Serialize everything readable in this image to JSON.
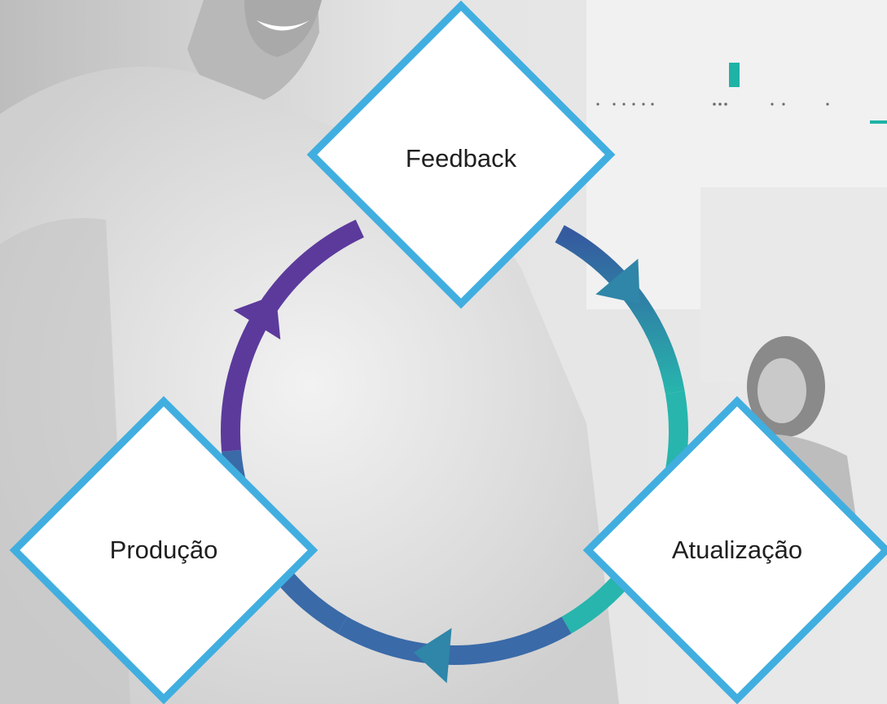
{
  "diagram": {
    "type": "cycle",
    "direction": "clockwise",
    "nodes": [
      {
        "id": "feedback",
        "label": "Feedback"
      },
      {
        "id": "atualizacao",
        "label": "Atualização"
      },
      {
        "id": "producao",
        "label": "Produção"
      }
    ],
    "edges": [
      {
        "from": "feedback",
        "to": "atualizacao"
      },
      {
        "from": "atualizacao",
        "to": "producao"
      },
      {
        "from": "producao",
        "to": "feedback"
      }
    ]
  },
  "colors": {
    "ring_purple": "#5b3a9c",
    "ring_teal": "#27b5ad",
    "ring_blue": "#3a6aa8",
    "node_border": "#41aee0",
    "node_fill": "#ffffff",
    "accent_teal": "#1fb3a6",
    "background_gray": "#d6d6d6"
  },
  "background": {
    "description_icon": "photo-people-office",
    "style": "desaturated-photo"
  }
}
